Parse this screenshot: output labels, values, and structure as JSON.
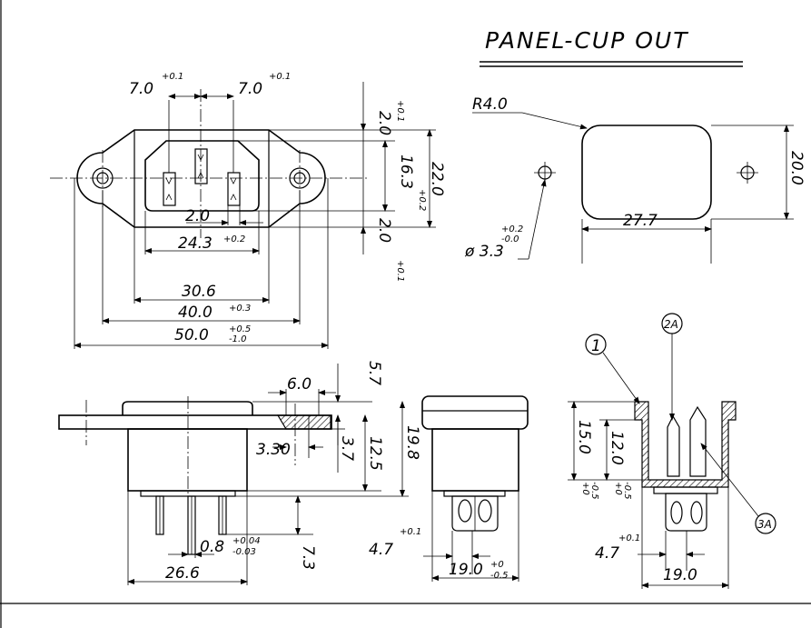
{
  "title": "PANEL-CUP  OUT",
  "front_view": {
    "dim_pin_left": "7.0",
    "tol_pin_left": "+0.1",
    "dim_pin_right": "7.0",
    "tol_pin_right": "+0.1",
    "dim_top_gap": "2.0",
    "tol_top_gap": "+0.1",
    "dim_inner_height": "16.3",
    "tol_inner_height": "+0.2",
    "dim_outer_height": "22.0",
    "dim_bottom_gap": "2.0",
    "tol_bottom_gap": "+0.1",
    "dim_pin_width": "2.0",
    "dim_243": "24.3",
    "tol_243": "+0.2",
    "dim_306": "30.6",
    "dim_400": "40.0",
    "tol_400": "+0.3",
    "dim_500": "50.0",
    "tol_500_upper": "+0.5",
    "tol_500_lower": "-1.0"
  },
  "cutout_view": {
    "radius": "R4.0",
    "hole_dia": "ø 3.3",
    "tol_hole_upper": "+0.2",
    "tol_hole_lower": "-0.0",
    "dim_width": "27.7",
    "dim_height": "20.0"
  },
  "side_view": {
    "dim_60": "6.0",
    "dim_57": "5.7",
    "dim_330": "3.30",
    "dim_37": "3.7",
    "dim_125": "12.5",
    "dim_198": "19.8",
    "dim_08": "0.8",
    "tol_08_upper": "+0.04",
    "tol_08_lower": "-0.03",
    "dim_73": "7.3",
    "dim_266": "26.6"
  },
  "end_view": {
    "dim_47": "4.7",
    "tol_47": "+0.1",
    "dim_190": "19.0",
    "tol_190_upper": "+0",
    "tol_190_lower": "-0.5"
  },
  "section_view": {
    "callout_1": "1",
    "callout_2a": "2A",
    "callout_3a": "3A",
    "dim_150": "15.0",
    "tol_150_upper": "+0",
    "tol_150_lower": "-0.5",
    "dim_120": "12.0",
    "tol_120_upper": "+0",
    "tol_120_lower": "-0.5",
    "dim_47": "4.7",
    "tol_47": "+0.1",
    "dim_190": "19.0"
  }
}
